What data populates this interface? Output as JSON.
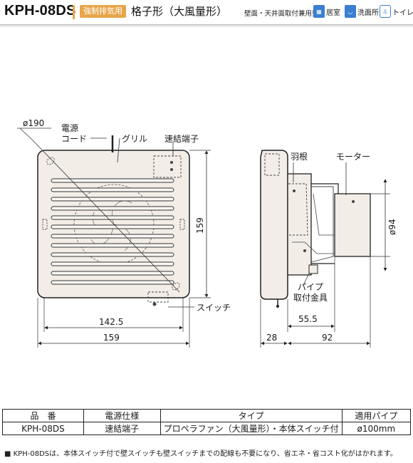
{
  "header": {
    "model": "KPH-08DS",
    "badge": "強制排気用",
    "product_type": "格子形（大風量形）",
    "mount_type": "壁面・天井面取付兼用型",
    "uses": [
      {
        "icon": "living-room-icon",
        "label": "居室"
      },
      {
        "icon": "washroom-icon",
        "label": "洗面所"
      },
      {
        "icon": "toilet-icon",
        "label": "トイレ"
      }
    ]
  },
  "drawing": {
    "front_labels": {
      "diameter": "ø190",
      "cord_line1": "電源",
      "cord_line2": "コード",
      "grill": "グリル",
      "terminal": "速結端子",
      "switch": "スイッチ"
    },
    "side_labels": {
      "blade": "羽根",
      "motor": "モーター",
      "pipe_line1": "パイプ",
      "pipe_line2": "取付金具"
    },
    "dimensions": {
      "front_height": "159",
      "inner_width": "142.5",
      "outer_width": "159",
      "pipe_diameter": "ø94",
      "depth_pipe": "55.5",
      "depth_front": "28",
      "depth_total": "92"
    }
  },
  "spec_table": {
    "headers": [
      "品　番",
      "電源仕様",
      "タイプ",
      "適用パイプ"
    ],
    "rows": [
      [
        "KPH-08DS",
        "速結端子",
        "プロペラファン（大風量形）・本体スイッチ付",
        "ø100mm"
      ]
    ]
  },
  "footnote": "■ KPH-08DSは、本体スイッチ付で壁スイッチも壁スイッチまでの配線も不要になり、省エネ・省コスト化がはかれます。",
  "colors": {
    "accent": "#e8a54a",
    "use_icon": "#3a7fd0"
  }
}
